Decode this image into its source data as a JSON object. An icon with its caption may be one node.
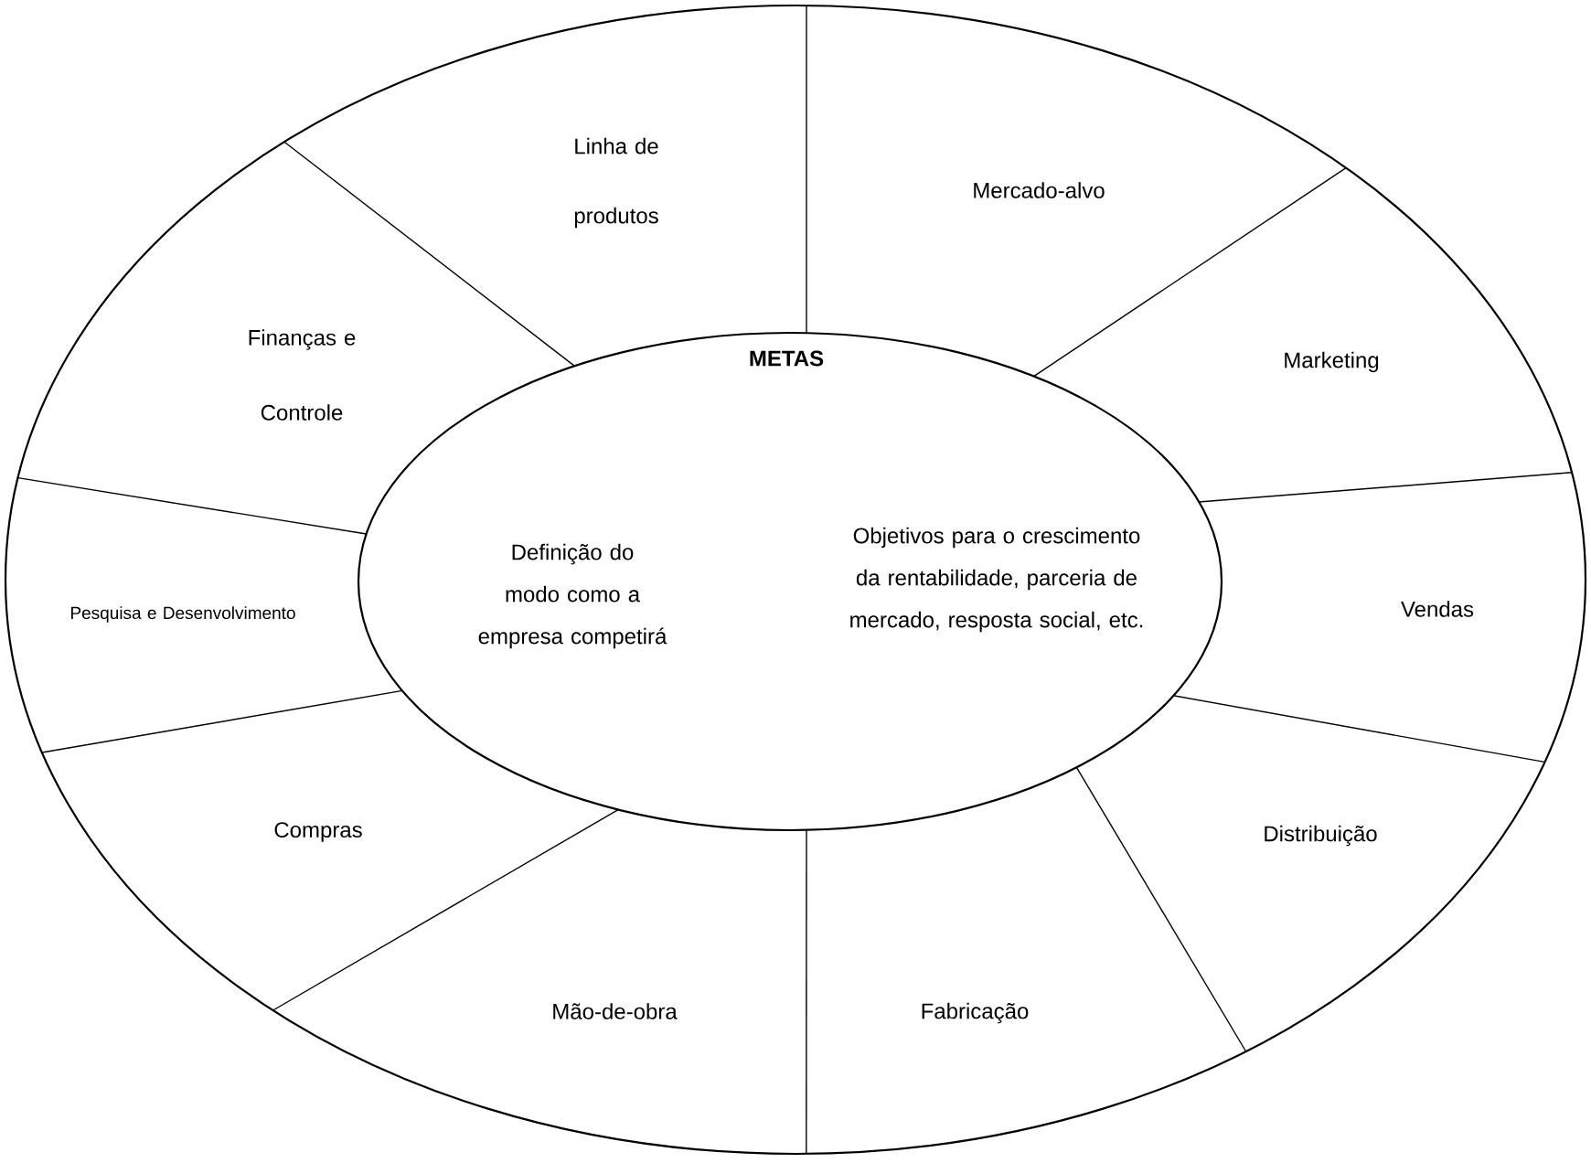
{
  "diagram": {
    "nodes": [
      {
        "text": [
          "METAS",
          "Definição do modo como a empresa competirá",
          "Objetivos para o crescimento da rentabilidade, parceria de mercado, resposta social, etc."
        ]
      },
      {
        "text": [
          "Linha de produtos"
        ]
      },
      {
        "text": [
          "Mercado-alvo"
        ]
      },
      {
        "text": [
          "Finanças e Controle"
        ]
      },
      {
        "text": [
          "Marketing"
        ]
      },
      {
        "text": [
          "Pesquisa e Desenvolvimento"
        ]
      },
      {
        "text": [
          "Vendas"
        ]
      },
      {
        "text": [
          "Compras"
        ]
      },
      {
        "text": [
          "Distribuição"
        ]
      },
      {
        "text": [
          "Mão-de-obra"
        ]
      },
      {
        "text": [
          "Fabricação"
        ]
      }
    ]
  }
}
